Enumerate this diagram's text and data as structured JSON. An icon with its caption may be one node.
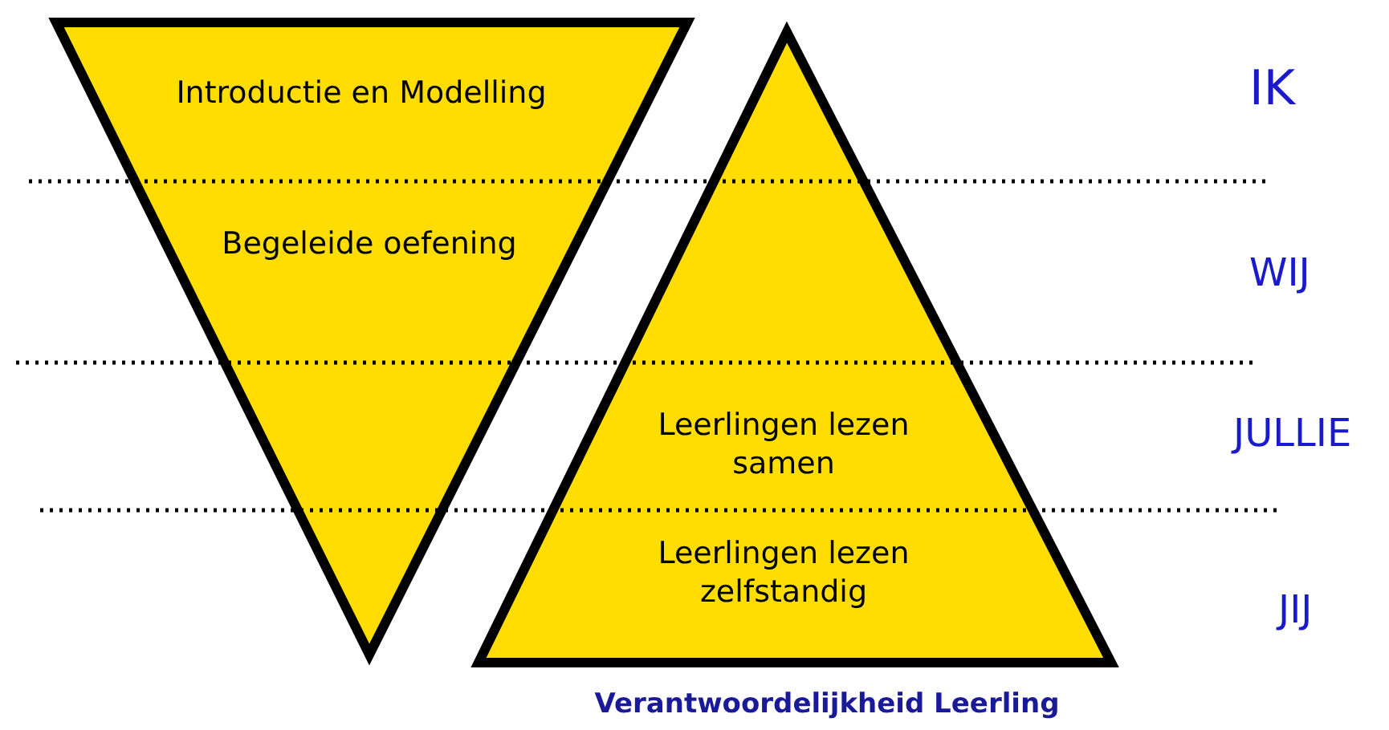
{
  "diagram": {
    "nodes": [
      {
        "text": [
          "Introductie en Modelling",
          "Begeleide oefening"
        ]
      },
      {
        "text": [
          "Leerlingen lezen samen",
          "Leerlingen lezen zelfstandig"
        ],
        "beside": [
          "Verantwoordelijkheid Leerling"
        ]
      }
    ],
    "edges": [],
    "labels": [
      "IK",
      "WIJ",
      "JULLIE",
      "JIJ"
    ]
  }
}
